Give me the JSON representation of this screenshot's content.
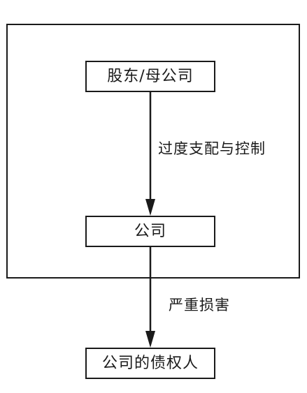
{
  "nodes": {
    "shareholder": "股东/母公司",
    "company": "公司",
    "creditor": "公司的债权人"
  },
  "edges": {
    "control": "过度支配与控制",
    "harm": "严重损害"
  }
}
